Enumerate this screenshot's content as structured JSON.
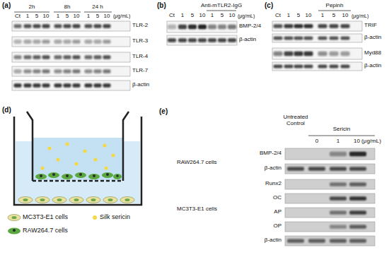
{
  "diagram": {
    "labels": [
      "(a)",
      "2h",
      "8h",
      "24 h",
      "Ct",
      "1",
      "5",
      "10",
      "1",
      "5",
      "10",
      "1",
      "5",
      "10",
      "(μg/mL)",
      "TLR-2",
      "TLR-3",
      "TLR-4",
      "TLR-7",
      "β-actin",
      "(b)",
      "Anti-mTLR2-IgG",
      "Ct",
      "1",
      "5",
      "10",
      "1",
      "5",
      "10",
      "(μg/mL)",
      "BMP-2/4",
      "β-actin",
      "(c)",
      "Pepinh",
      "Ct",
      "1",
      "5",
      "10",
      "1",
      "5",
      "10",
      "(μg/mL)",
      "TRIF",
      "β-actin",
      "Myd88",
      "β-actin",
      "(d)",
      "(e)",
      "Untreated Control",
      "Sericin",
      "0",
      "1",
      "10 (μg/mL)",
      "RAW264.7 cells",
      "BMP-2/4",
      "β-actin",
      "MC3T3-E1 cells",
      "Runx2",
      "OC",
      "AP",
      "OP",
      "β-actin"
    ],
    "legend": [
      {
        "text": "MC3T3-E1 cells"
      },
      {
        "text": "Silk sericin"
      },
      {
        "text": "RAW264.7 cells"
      }
    ]
  }
}
